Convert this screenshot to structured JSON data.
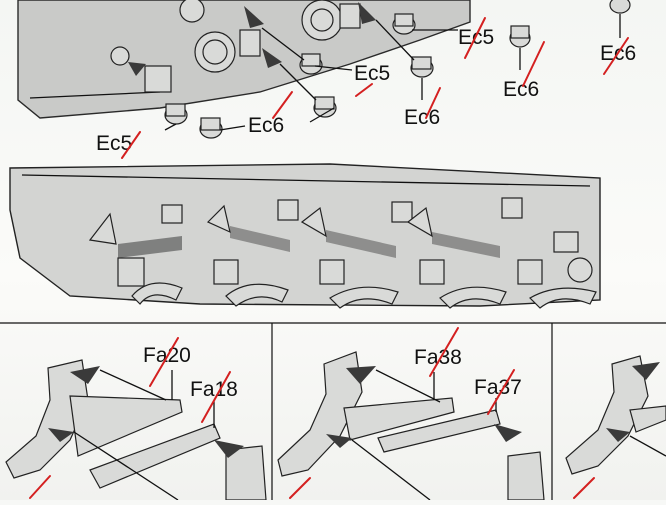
{
  "labels": {
    "ec5_top_right": "Ec5",
    "ec5_middle": "Ec5",
    "ec5_left": "Ec5",
    "ec6_middle": "Ec6",
    "ec6_right": "Ec6",
    "ec6_far_right": "Ec6",
    "ec6_left": "Ec6",
    "fa20": "Fa20",
    "fa18": "Fa18",
    "fa38": "Fa38",
    "fa37": "Fa37"
  },
  "colors": {
    "ink": "#111111",
    "part_grey": "#c9cac8",
    "check_mark_red": "#d42020"
  }
}
